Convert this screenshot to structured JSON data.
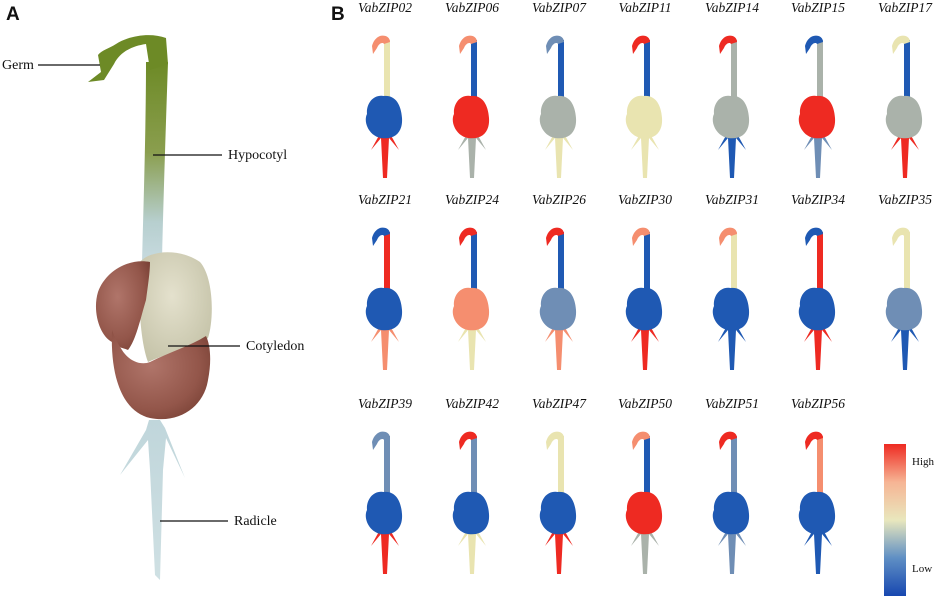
{
  "panels": {
    "a_label": "A",
    "b_label": "B"
  },
  "panel_a": {
    "labels": {
      "germ": "Germ",
      "hypocotyl": "Hypocotyl",
      "cotyledon": "Cotyledon",
      "radicle": "Radicle"
    }
  },
  "legend": {
    "high": "High",
    "low": "Low",
    "colors": {
      "low": "#1747b0",
      "mid_low": "#5f8fc4",
      "mid": "#e9e7bd",
      "mid_high": "#f6b494",
      "high": "#ee2a22"
    }
  },
  "colors": {
    "H": "#ee2a22",
    "MH": "#f58e6f",
    "M": "#e9e4b0",
    "ML": "#aab2aa",
    "LM": "#6f8eb5",
    "L": "#1f59b3"
  },
  "genes": [
    {
      "name": "VabZIP02",
      "germ": "MH",
      "hypocotyl": "M",
      "cotyledon": "L",
      "radicle": "H"
    },
    {
      "name": "VabZIP06",
      "germ": "MH",
      "hypocotyl": "L",
      "cotyledon": "H",
      "radicle": "ML"
    },
    {
      "name": "VabZIP07",
      "germ": "LM",
      "hypocotyl": "L",
      "cotyledon": "ML",
      "radicle": "M"
    },
    {
      "name": "VabZIP11",
      "germ": "H",
      "hypocotyl": "L",
      "cotyledon": "M",
      "radicle": "M"
    },
    {
      "name": "VabZIP14",
      "germ": "H",
      "hypocotyl": "ML",
      "cotyledon": "ML",
      "radicle": "L"
    },
    {
      "name": "VabZIP15",
      "germ": "L",
      "hypocotyl": "ML",
      "cotyledon": "H",
      "radicle": "LM"
    },
    {
      "name": "VabZIP17",
      "germ": "M",
      "hypocotyl": "L",
      "cotyledon": "ML",
      "radicle": "H"
    },
    {
      "name": "VabZIP21",
      "germ": "L",
      "hypocotyl": "H",
      "cotyledon": "L",
      "radicle": "MH"
    },
    {
      "name": "VabZIP24",
      "germ": "H",
      "hypocotyl": "L",
      "cotyledon": "MH",
      "radicle": "M"
    },
    {
      "name": "VabZIP26",
      "germ": "H",
      "hypocotyl": "L",
      "cotyledon": "LM",
      "radicle": "MH"
    },
    {
      "name": "VabZIP30",
      "germ": "MH",
      "hypocotyl": "L",
      "cotyledon": "L",
      "radicle": "H"
    },
    {
      "name": "VabZIP31",
      "germ": "MH",
      "hypocotyl": "M",
      "cotyledon": "L",
      "radicle": "L"
    },
    {
      "name": "VabZIP34",
      "germ": "L",
      "hypocotyl": "H",
      "cotyledon": "L",
      "radicle": "H"
    },
    {
      "name": "VabZIP35",
      "germ": "M",
      "hypocotyl": "M",
      "cotyledon": "LM",
      "radicle": "L"
    },
    {
      "name": "VabZIP39",
      "germ": "LM",
      "hypocotyl": "LM",
      "cotyledon": "L",
      "radicle": "H"
    },
    {
      "name": "VabZIP42",
      "germ": "H",
      "hypocotyl": "LM",
      "cotyledon": "L",
      "radicle": "M"
    },
    {
      "name": "VabZIP47",
      "germ": "M",
      "hypocotyl": "M",
      "cotyledon": "L",
      "radicle": "H"
    },
    {
      "name": "VabZIP50",
      "germ": "MH",
      "hypocotyl": "L",
      "cotyledon": "H",
      "radicle": "ML"
    },
    {
      "name": "VabZIP51",
      "germ": "H",
      "hypocotyl": "LM",
      "cotyledon": "L",
      "radicle": "LM"
    },
    {
      "name": "VabZIP56",
      "germ": "H",
      "hypocotyl": "MH",
      "cotyledon": "L",
      "radicle": "L"
    }
  ]
}
